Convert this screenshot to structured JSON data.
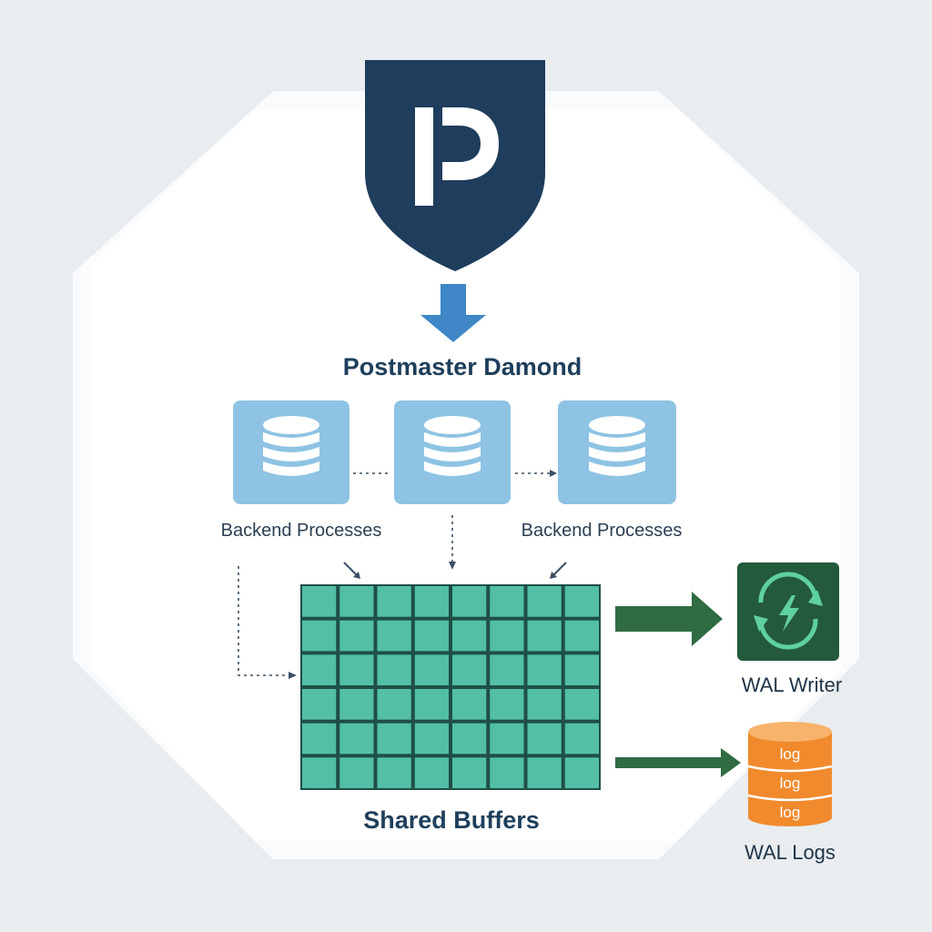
{
  "diagram": {
    "title": "Postmaster Damond",
    "backend_label_left": "Backend Processes",
    "backend_label_right": "Backend Processes",
    "buffers_label": "Shared Buffers",
    "wal_writer_label": "WAL Writer",
    "wal_logs_label": "WAL Logs",
    "log_items": [
      "log",
      "log",
      "log"
    ],
    "logo_letter": "P",
    "icons": {
      "shield": "postgres-shield-icon",
      "database": "database-icon",
      "wal_writer": "sync-lightning-icon",
      "wal_logs": "log-stack-icon"
    },
    "colors": {
      "shield": "#1f3d5c",
      "arrow_blue": "#3f87c6",
      "db_box": "#8ec3e3",
      "grid_fill": "#52bfa6",
      "grid_line": "#1f4f45",
      "arrow_green": "#2f6b43",
      "wal_writer_box": "#245a3c",
      "log_orange": "#f08a2c"
    },
    "buffer_grid": {
      "rows": 6,
      "cols": 8
    }
  }
}
